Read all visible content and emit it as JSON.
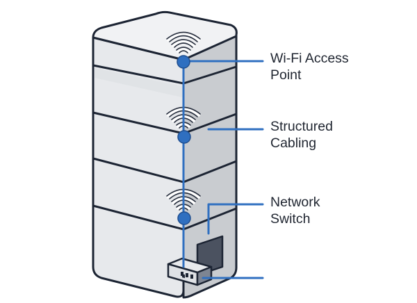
{
  "colors": {
    "outline": "#1c2433",
    "cable": "#2f6fc0",
    "body_light": "#e9ebee",
    "body_mid": "#d5d8dc",
    "body_side": "#c6c9cd",
    "background": "#ffffff"
  },
  "icons": [
    "wifi-icon",
    "network-switch-icon"
  ],
  "labels": {
    "wifi_access_point": {
      "line1": "Wi-Fi Access",
      "line2": "Point"
    },
    "structured_cabling": {
      "line1": "Structured",
      "line2": "Cabling"
    },
    "network_switch": {
      "line1": "Network",
      "line2": "Switch"
    }
  }
}
